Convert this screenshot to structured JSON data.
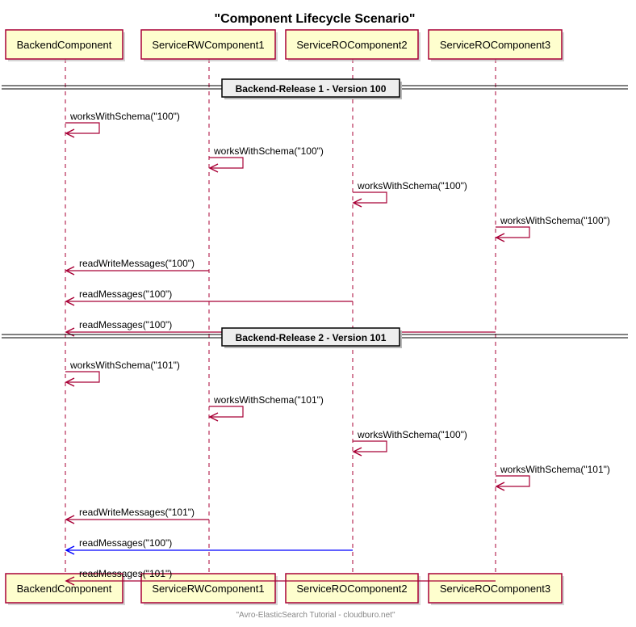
{
  "title": "\"Component Lifecycle Scenario\"",
  "footer": "\"Avro-ElasticSearch Tutorial - cloudburo.net\"",
  "colors": {
    "participant_fill": "#FEFECE",
    "participant_border": "#A80036",
    "lifeline": "#A80036",
    "arrow_default": "#A80036",
    "arrow_highlight": "#0000FF",
    "divider_fill": "#EEEEEE",
    "divider_border": "#000000"
  },
  "participants": [
    {
      "id": "backend",
      "label": "BackendComponent"
    },
    {
      "id": "rw1",
      "label": "ServiceRWComponent1"
    },
    {
      "id": "ro2",
      "label": "ServiceROComponent2"
    },
    {
      "id": "ro3",
      "label": "ServiceROComponent3"
    }
  ],
  "sections": [
    {
      "divider": "Backend-Release 1 - Version 100",
      "messages": [
        {
          "from": "backend",
          "to": "backend",
          "label": "worksWithSchema(\"100\")",
          "color": "default"
        },
        {
          "from": "rw1",
          "to": "rw1",
          "label": "worksWithSchema(\"100\")",
          "color": "default"
        },
        {
          "from": "ro2",
          "to": "ro2",
          "label": "worksWithSchema(\"100\")",
          "color": "default"
        },
        {
          "from": "ro3",
          "to": "ro3",
          "label": "worksWithSchema(\"100\")",
          "color": "default"
        },
        {
          "from": "rw1",
          "to": "backend",
          "label": "readWriteMessages(\"100\")",
          "color": "default"
        },
        {
          "from": "ro2",
          "to": "backend",
          "label": "readMessages(\"100\")",
          "color": "default"
        },
        {
          "from": "ro3",
          "to": "backend",
          "label": "readMessages(\"100\")",
          "color": "default"
        }
      ]
    },
    {
      "divider": "Backend-Release 2 - Version 101",
      "messages": [
        {
          "from": "backend",
          "to": "backend",
          "label": "worksWithSchema(\"101\")",
          "color": "default"
        },
        {
          "from": "rw1",
          "to": "rw1",
          "label": "worksWithSchema(\"101\")",
          "color": "default"
        },
        {
          "from": "ro2",
          "to": "ro2",
          "label": "worksWithSchema(\"100\")",
          "color": "default"
        },
        {
          "from": "ro3",
          "to": "ro3",
          "label": "worksWithSchema(\"101\")",
          "color": "default"
        },
        {
          "from": "rw1",
          "to": "backend",
          "label": "readWriteMessages(\"101\")",
          "color": "default"
        },
        {
          "from": "ro2",
          "to": "backend",
          "label": "readMessages(\"100\")",
          "color": "highlight"
        },
        {
          "from": "ro3",
          "to": "backend",
          "label": "readMessages(\"101\")",
          "color": "default"
        }
      ]
    }
  ]
}
